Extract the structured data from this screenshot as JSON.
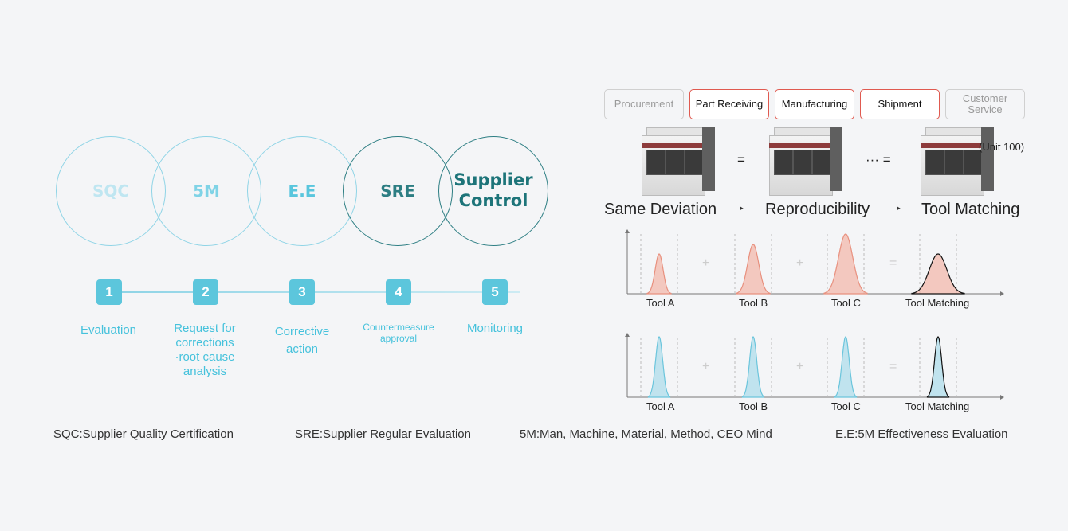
{
  "venn": {
    "items": [
      {
        "label": "SQC",
        "color": "#bfe6f1"
      },
      {
        "label": "5M",
        "color": "#7fd3e6"
      },
      {
        "label": "E.E",
        "color": "#59c6dd"
      },
      {
        "label": "SRE",
        "color": "#2d7e83"
      },
      {
        "label": "Supplier\nControl",
        "color": "#1d7479"
      }
    ]
  },
  "steps": [
    {
      "num": "1",
      "label": "Evaluation"
    },
    {
      "num": "2",
      "label": "Request for\ncorrections\n·root cause\nanalysis"
    },
    {
      "num": "3",
      "label": "Corrective\naction"
    },
    {
      "num": "4",
      "label": "Countermeasure\napproval"
    },
    {
      "num": "5",
      "label": "Monitoring"
    }
  ],
  "footnotes": [
    "SQC:Supplier Quality Certification",
    "SRE:Supplier Regular Evaluation",
    "5M:Man, Machine, Material, Method, CEO Mind",
    "E.E:5M Effectiveness Evaluation"
  ],
  "process": [
    {
      "label": "Procurement",
      "active": false
    },
    {
      "label": "Part Receiving",
      "active": true
    },
    {
      "label": "Manufacturing",
      "active": true
    },
    {
      "label": "Shipment",
      "active": true
    },
    {
      "label": "Customer\nService",
      "active": false
    }
  ],
  "machines": {
    "eq1": "=",
    "eq2": "··· =",
    "unit": "(Unit 100)"
  },
  "captions": [
    "Same Deviation",
    "Reproducibility",
    "Tool Matching"
  ],
  "caption_arrow": "‣",
  "charts": {
    "labels": [
      "Tool A",
      "Tool B",
      "Tool C",
      "Tool Matching"
    ],
    "plus": "+",
    "equals": "=",
    "top_color": "#f2b5a6",
    "bottom_color": "#a9dcea"
  }
}
